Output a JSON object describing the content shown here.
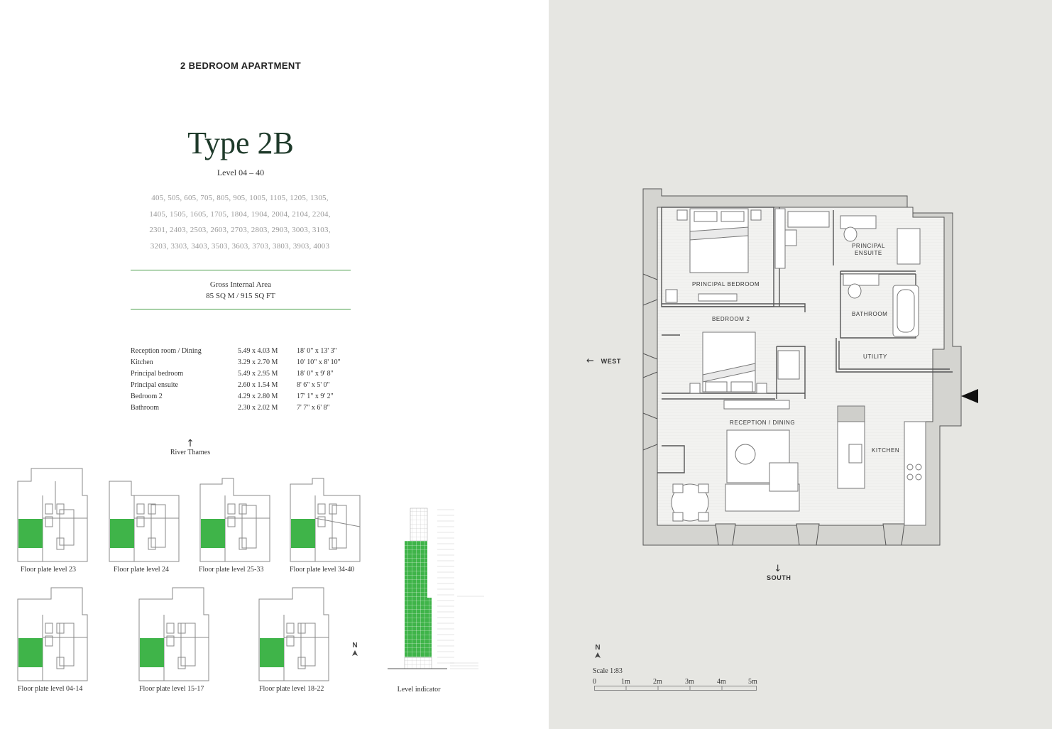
{
  "header": {
    "kicker": "2 BEDROOM APARTMENT",
    "title": "Type 2B",
    "level": "Level 04 – 40"
  },
  "units": [
    "405, 505, 605, 705, 805, 905, 1005, 1105, 1205, 1305,",
    "1405, 1505, 1605, 1705, 1804, 1904, 2004, 2104, 2204,",
    "2301, 2403, 2503, 2603, 2703, 2803, 2903, 3003, 3103,",
    "3203, 3303, 3403, 3503, 3603, 3703, 3803, 3903, 4003"
  ],
  "area": {
    "label": "Gross Internal Area",
    "value": "85 SQ M / 915 SQ FT"
  },
  "rooms": [
    {
      "name": "Reception room / Dining",
      "metric": "5.49 x 4.03 M",
      "imperial": "18' 0\" x 13' 3\""
    },
    {
      "name": "Kitchen",
      "metric": "3.29 x 2.70 M",
      "imperial": "10' 10\" x 8' 10\""
    },
    {
      "name": "Principal bedroom",
      "metric": "5.49 x 2.95 M",
      "imperial": "18' 0\" x 9' 8\""
    },
    {
      "name": "Principal ensuite",
      "metric": "2.60 x 1.54 M",
      "imperial": "8' 6\" x 5' 0\""
    },
    {
      "name": "Bedroom 2",
      "metric": "4.29 x 2.80 M",
      "imperial": "17' 1\" x 9' 2\""
    },
    {
      "name": "Bathroom",
      "metric": "2.30 x 2.02 M",
      "imperial": "7' 7\" x 6' 8\""
    }
  ],
  "river": {
    "arrow": "↑",
    "label": "River Thames"
  },
  "plates": [
    "Floor plate level 23",
    "Floor plate level 24",
    "Floor plate level 25-33",
    "Floor plate level 34-40",
    "Floor plate level 04-14",
    "Floor plate level 15-17",
    "Floor plate level 18-22"
  ],
  "level_indicator": "Level indicator",
  "north_letter": "N",
  "plan": {
    "west": "WEST",
    "south": "SOUTH",
    "rooms": {
      "principal_bedroom": "PRINCIPAL BEDROOM",
      "principal_ensuite_1": "PRINCIPAL",
      "principal_ensuite_2": "ENSUITE",
      "bathroom": "BATHROOM",
      "bedroom2": "BEDROOM 2",
      "utility": "UTILITY",
      "reception": "RECEPTION / DINING",
      "kitchen": "KITCHEN"
    },
    "entrance_icon": "entrance-arrow-icon"
  },
  "scale": {
    "label": "Scale 1:83",
    "ticks": [
      "0",
      "1m",
      "2m",
      "3m",
      "4m",
      "5m"
    ]
  },
  "colors": {
    "accent_green": "#3fb449",
    "title_green": "#1e3a2a",
    "rule_green": "#4a9e4a",
    "panel_gray": "#e6e6e2"
  }
}
